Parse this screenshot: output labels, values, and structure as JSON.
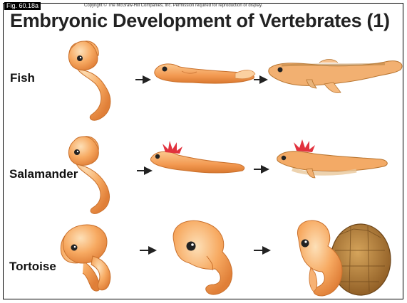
{
  "figure_label": "Fig. 60.18a",
  "copyright": "Copyright © The McGraw-Hill Companies, Inc. Permission required for reproduction or display.",
  "title": "Embryonic Development of Vertebrates (1)",
  "rows": [
    {
      "label": "Fish"
    },
    {
      "label": "Salamander"
    },
    {
      "label": "Tortoise"
    }
  ],
  "colors": {
    "embryo": "#f6a55c",
    "embryo_dark": "#d97a33",
    "embryo_light": "#fbd0a0",
    "gill": "#e2323e",
    "shell": "#b07a36",
    "arrow": "#222222"
  }
}
